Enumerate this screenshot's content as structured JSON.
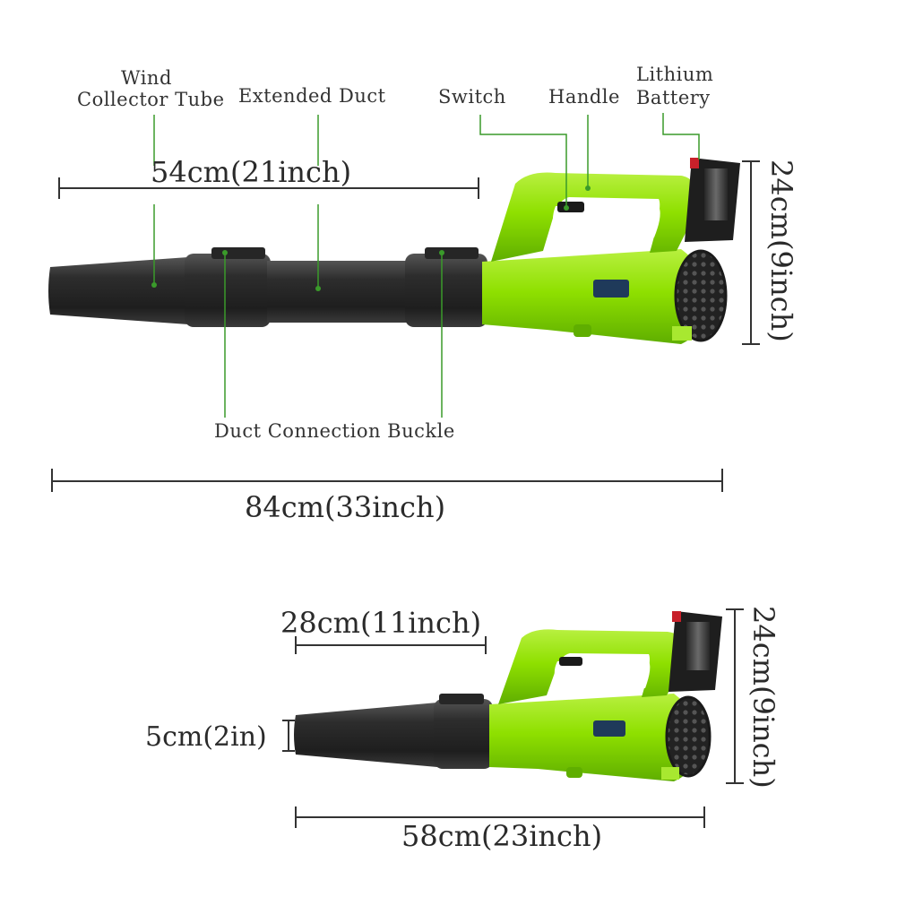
{
  "labels": {
    "wind_collector_line1": "Wind",
    "wind_collector_line2": "Collector Tube",
    "extended_duct": "Extended Duct",
    "switch": "Switch",
    "handle": "Handle",
    "lithium_line1": "Lithium",
    "lithium_line2": "Battery",
    "duct_buckle": "Duct Connection Buckle"
  },
  "dimensions": {
    "top_duct_length": "54cm(21inch)",
    "top_total_length": "84cm(33inch)",
    "top_height": "24cm(9inch)",
    "bottom_nozzle_length": "28cm(11inch)",
    "bottom_nozzle_diameter": "5cm(2in)",
    "bottom_total_length": "58cm(23inch)",
    "bottom_height": "24cm(9inch)"
  },
  "colors": {
    "body_green": "#8be000",
    "tube_black": "#2b2b2b",
    "leader_green": "#3a9a2a"
  }
}
